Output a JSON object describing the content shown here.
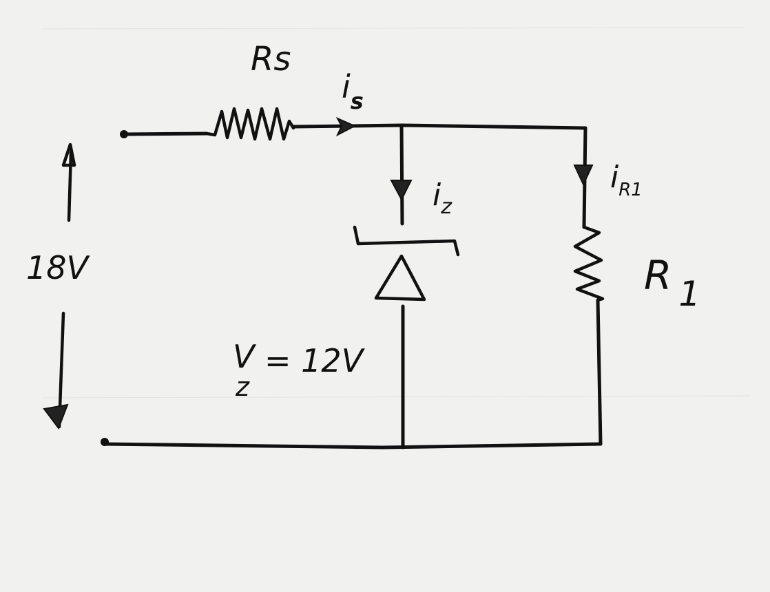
{
  "diagram": {
    "type": "zener-regulator-circuit",
    "source": {
      "voltage_label": "18V",
      "polarity_arrows": [
        "up",
        "down"
      ]
    },
    "components": [
      {
        "id": "series-resistor",
        "label": "Rs"
      },
      {
        "id": "zener-diode",
        "label": "V",
        "label_sub": "z",
        "value_text": "= 12V"
      },
      {
        "id": "load-resistor",
        "label": "R",
        "label_sub": "1"
      }
    ],
    "currents": [
      {
        "id": "source-current",
        "label": "i",
        "label_sub": "s",
        "direction": "right"
      },
      {
        "id": "zener-current",
        "label": "i",
        "label_sub": "z",
        "direction": "down"
      },
      {
        "id": "load-current",
        "label": "i",
        "label_sub": "R1",
        "direction": "down"
      }
    ],
    "colors": {
      "ink": "#111111",
      "paper": "#f1f1f0"
    }
  }
}
